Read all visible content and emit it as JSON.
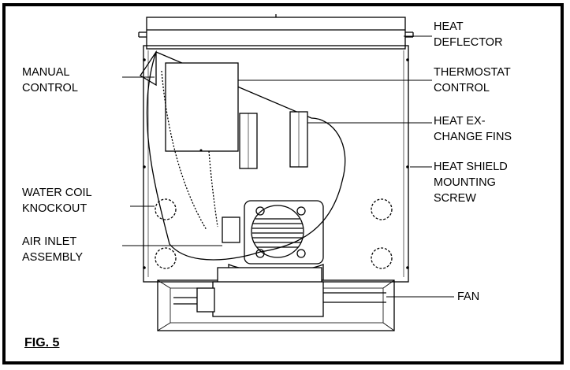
{
  "figure": {
    "caption": "FIG. 5",
    "labels": {
      "heat_deflector": "HEAT\nDEFLECTOR",
      "manual_control": "MANUAL\nCONTROL",
      "thermostat_control": "THERMOSTAT\nCONTROL",
      "heat_exchange_fins": "HEAT EX-\nCHANGE FINS",
      "heat_shield_mounting_screw": "HEAT SHIELD\nMOUNTING\nSCREW",
      "water_coil_knockout": "WATER COIL\nKNOCKOUT",
      "air_inlet_assembly": "AIR INLET\nASSEMBLY",
      "fan": "FAN"
    }
  }
}
